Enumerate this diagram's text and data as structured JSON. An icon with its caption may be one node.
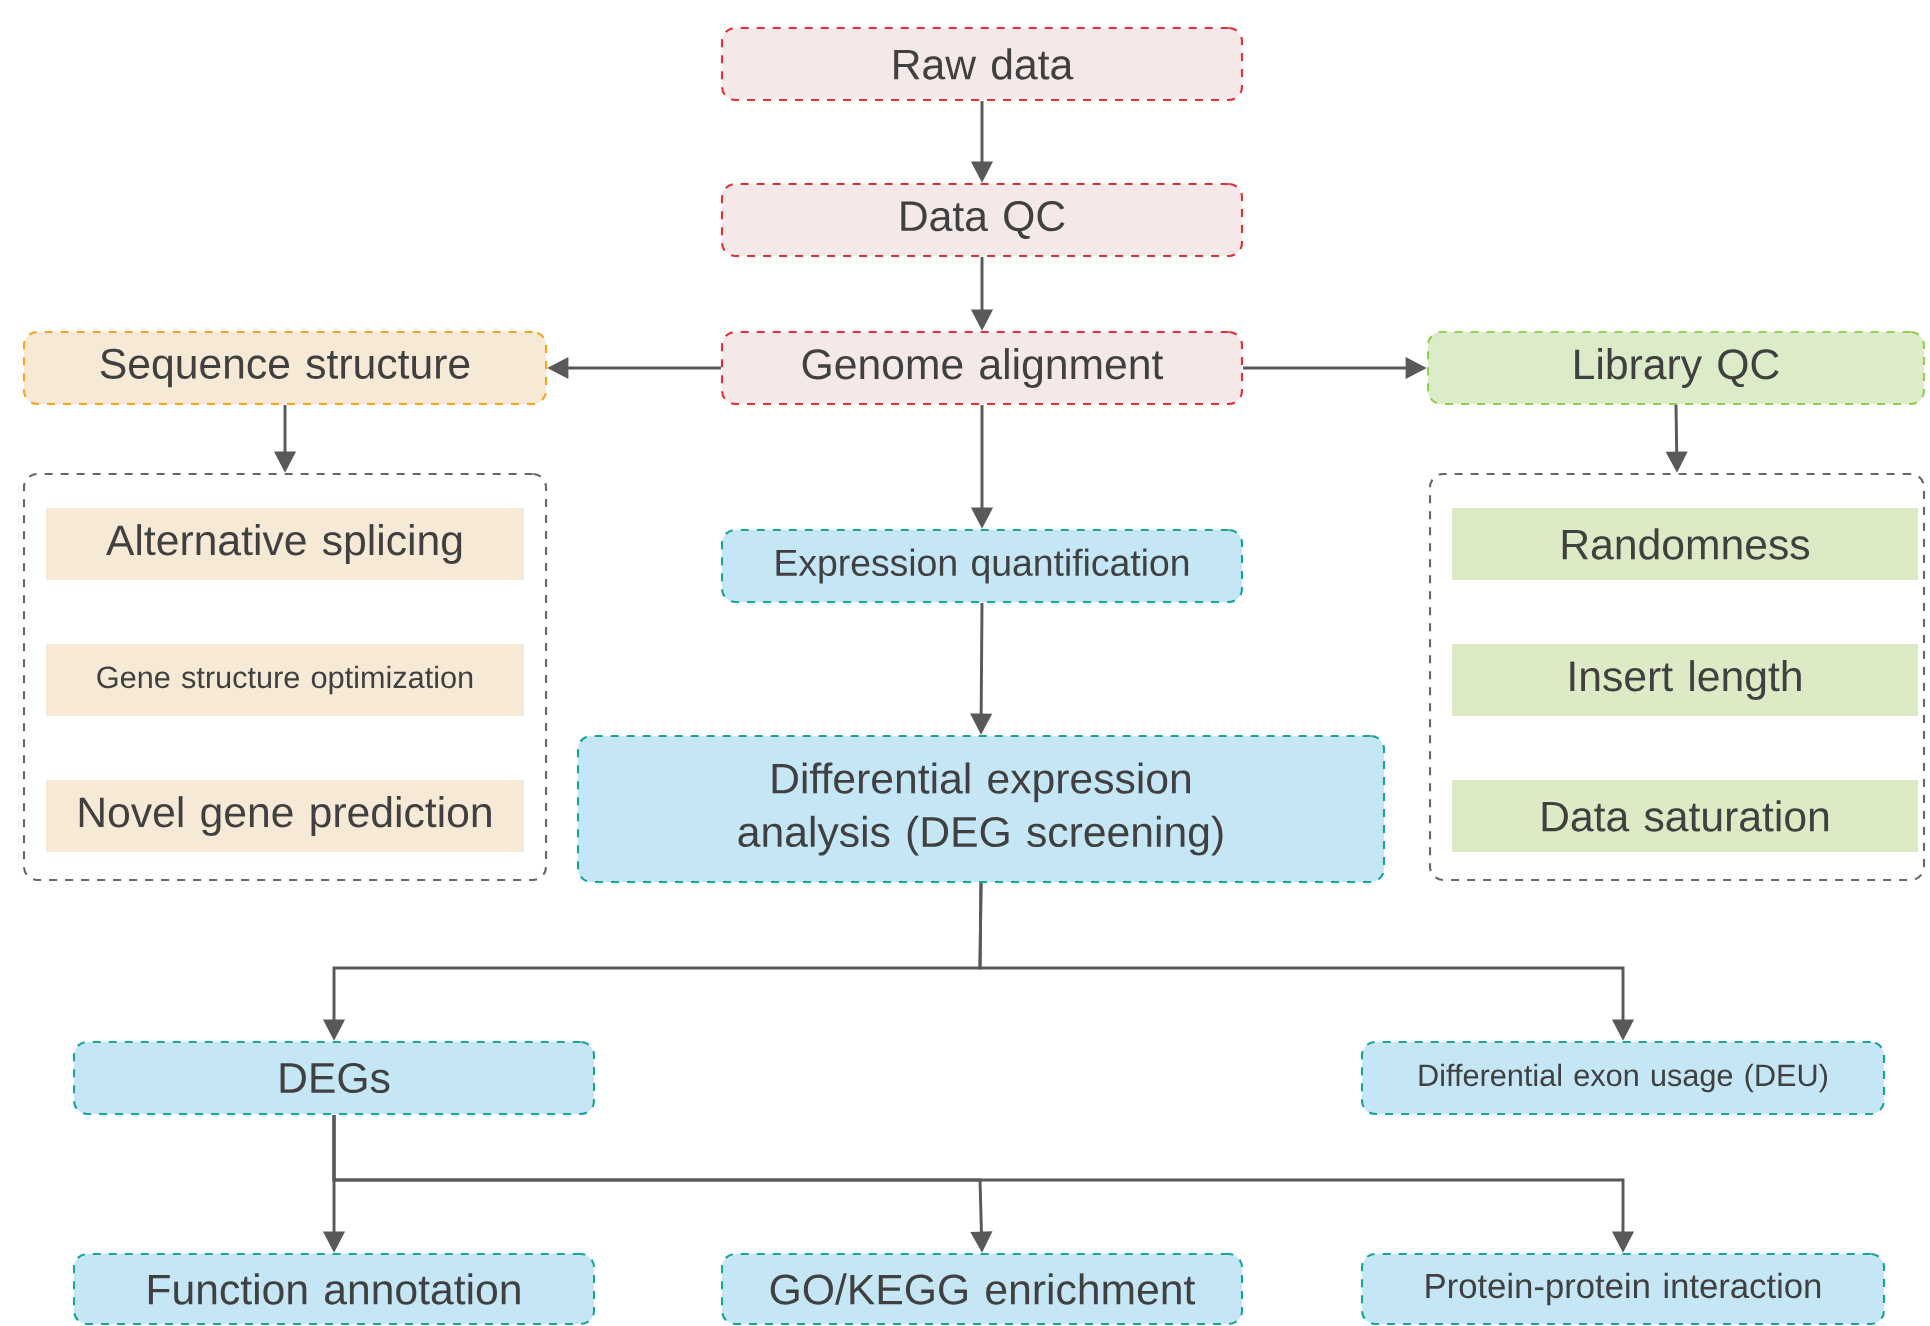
{
  "diagram": {
    "nodes": [
      {
        "text": [
          "Raw data"
        ]
      },
      {
        "text": [
          "Data QC"
        ]
      },
      {
        "text": [
          "Genome alignment"
        ]
      },
      {
        "text": [
          "Sequence structure"
        ]
      },
      {
        "text": [
          "Library QC"
        ]
      },
      {
        "text": [],
        "shape": "box"
      },
      {
        "text": [
          "Alternative splicing"
        ],
        "in": 5
      },
      {
        "text": [
          "Gene structure optimization"
        ],
        "in": 5
      },
      {
        "text": [
          "Novel gene prediction"
        ],
        "in": 5
      },
      {
        "text": [],
        "shape": "box"
      },
      {
        "text": [
          "Randomness"
        ],
        "in": 9
      },
      {
        "text": [
          "Insert length"
        ],
        "in": 9
      },
      {
        "text": [
          "Data saturation"
        ],
        "in": 9
      },
      {
        "text": [
          "Expression quantification"
        ]
      },
      {
        "text": [
          "Differential expression analysis (DEG screening)"
        ]
      },
      {
        "text": [
          "DEGs"
        ]
      },
      {
        "text": [
          "Differential exon usage (DEU)"
        ]
      },
      {
        "text": [
          "Function annotation"
        ]
      },
      {
        "text": [
          "GO/KEGG enrichment"
        ]
      },
      {
        "text": [
          "Protein-protein interaction"
        ]
      }
    ],
    "edges": [
      {
        "from": 0,
        "to": 1,
        "arrow": "to"
      },
      {
        "from": 1,
        "to": 2,
        "arrow": "to"
      },
      {
        "from": 2,
        "to": 3,
        "arrow": "to"
      },
      {
        "from": 2,
        "to": 4,
        "arrow": "to"
      },
      {
        "from": 3,
        "to": 5,
        "arrow": "to"
      },
      {
        "from": 4,
        "to": 9,
        "arrow": "to"
      },
      {
        "from": 2,
        "to": 13,
        "arrow": "to"
      },
      {
        "from": 13,
        "to": 14,
        "arrow": "to"
      },
      {
        "from": 14,
        "to": 15,
        "arrow": "to"
      },
      {
        "from": 14,
        "to": 16,
        "arrow": "to"
      },
      {
        "from": 15,
        "to": 17,
        "arrow": "to"
      },
      {
        "from": 15,
        "to": 18,
        "arrow": "to"
      },
      {
        "from": 15,
        "to": 19,
        "arrow": "to"
      }
    ]
  }
}
